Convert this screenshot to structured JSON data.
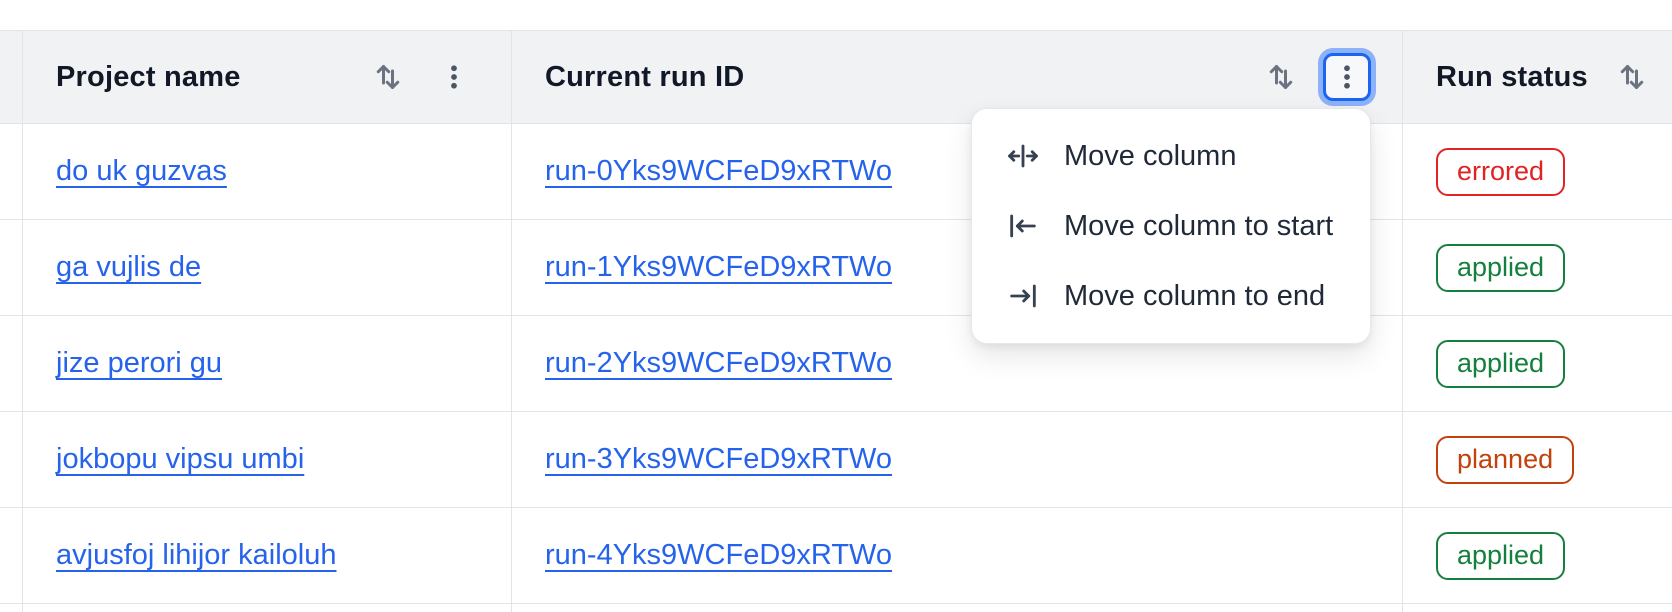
{
  "table": {
    "columns": [
      {
        "label": "Project name",
        "sortable": true,
        "has_menu": true,
        "menu_open": false
      },
      {
        "label": "Current run ID",
        "sortable": true,
        "has_menu": true,
        "menu_open": true
      },
      {
        "label": "Run status",
        "sortable": true,
        "has_menu": false,
        "menu_open": false
      }
    ],
    "rows": [
      {
        "project_name": "do uk guzvas",
        "run_id": "run-0Yks9WCFeD9xRTWo",
        "status": "errored"
      },
      {
        "project_name": "ga vujlis de",
        "run_id": "run-1Yks9WCFeD9xRTWo",
        "status": "applied"
      },
      {
        "project_name": "jize perori gu",
        "run_id": "run-2Yks9WCFeD9xRTWo",
        "status": "applied"
      },
      {
        "project_name": "jokbopu vipsu umbi",
        "run_id": "run-3Yks9WCFeD9xRTWo",
        "status": "planned"
      },
      {
        "project_name": "avjusfoj lihijor kailoluh",
        "run_id": "run-4Yks9WCFeD9xRTWo",
        "status": "applied"
      }
    ]
  },
  "column_menu": {
    "open_for_column": "Current run ID",
    "items": [
      {
        "icon": "move-column-icon",
        "label": "Move column"
      },
      {
        "icon": "move-column-start-icon",
        "label": "Move column to start"
      },
      {
        "icon": "move-column-end-icon",
        "label": "Move column to end"
      }
    ]
  },
  "colors": {
    "link": "#2563EB",
    "status_errored": "#E02424",
    "status_applied": "#15803D",
    "status_planned": "#C2410C",
    "focus_ring": "#1C64F2",
    "header_bg": "#F1F2F4"
  },
  "icons": {
    "sort": "sort-arrows-icon",
    "column_options": "kebab-vertical-icon"
  }
}
